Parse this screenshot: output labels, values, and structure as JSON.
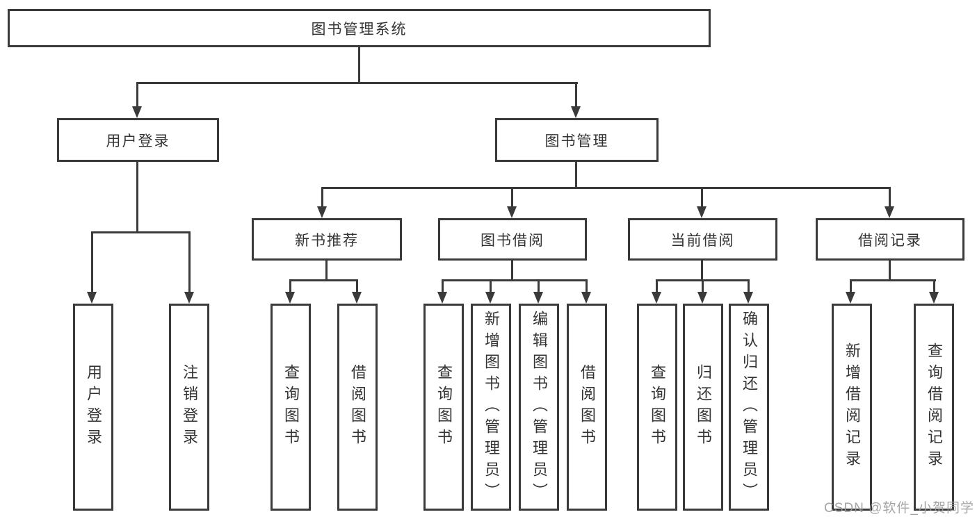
{
  "diagram": {
    "root": "图书管理系统",
    "level2": [
      "用户登录",
      "图书管理"
    ],
    "level3": [
      "新书推荐",
      "图书借阅",
      "当前借阅",
      "借阅记录"
    ],
    "leaves": [
      "用户登录",
      "注销登录",
      "查询图书",
      "借阅图书",
      "查询图书",
      "新增图书（管理员）",
      "编辑图书（管理员）",
      "借阅图书",
      "查询图书",
      "归还图书",
      "确认归还（管理员）",
      "新增借阅记录",
      "查询借阅记录"
    ]
  },
  "watermark": "CSDN @软件_小贺同学",
  "colors": {
    "line": "#3a3a3a",
    "text": "#333333",
    "watermark": "#9b9b9b",
    "background": "#ffffff"
  }
}
